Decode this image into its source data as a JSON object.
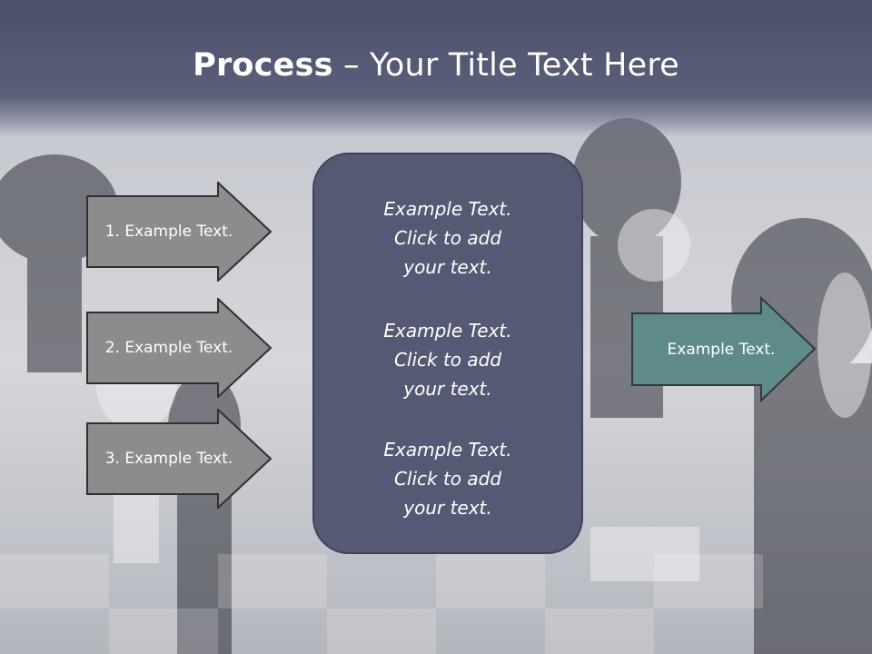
{
  "slide": {
    "title_bold": "Process",
    "title_rest": " – Your Title Text Here"
  },
  "steps": [
    {
      "label": "1. Example Text."
    },
    {
      "label": "2. Example Text."
    },
    {
      "label": "3. Example Text."
    }
  ],
  "center_box": {
    "paragraphs": [
      {
        "lines": [
          "Example Text.",
          "Click  to add",
          "your text."
        ]
      },
      {
        "lines": [
          "Example Text.",
          "Click  to add",
          "your text."
        ]
      },
      {
        "lines": [
          "Example Text.",
          "Click  to add",
          "your text."
        ]
      }
    ]
  },
  "output": {
    "label": "Example Text."
  },
  "colors": {
    "title_band": "#545a73",
    "step_arrow_fill": "#8c8c8c",
    "center_box_fill": "#545a73",
    "output_arrow_fill": "#5f8a8a"
  }
}
